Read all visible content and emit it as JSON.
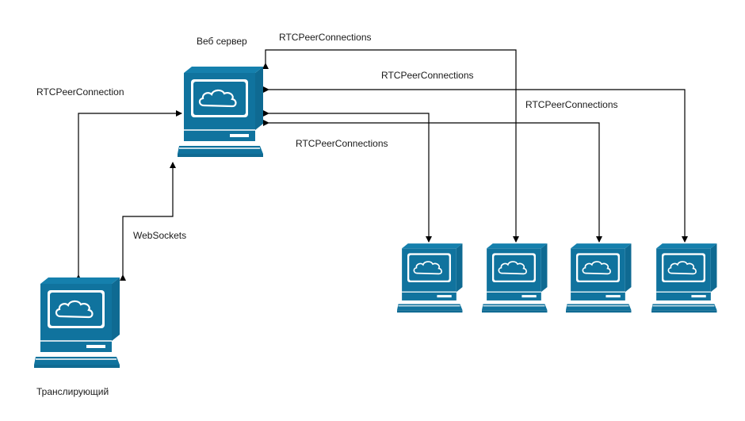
{
  "colors": {
    "computer_fill": "#10739E",
    "computer_accent": "#FFFFFF",
    "edge": "#000000",
    "text": "#1a1a1a"
  },
  "icons": {
    "server": "computer-icon",
    "broadcaster": "computer-icon",
    "viewer": "computer-icon"
  },
  "nodes": {
    "server_label": "Веб сервер",
    "broadcaster_label": "Транслирующий",
    "viewers": [
      "",
      "",
      "",
      ""
    ]
  },
  "edges": {
    "broadcaster_server_rtc": "RTCPeerConnection",
    "broadcaster_server_ws": "WebSockets",
    "server_viewer_1": "RTCPeerConnections",
    "server_viewer_2": "RTCPeerConnections",
    "server_viewer_3": "RTCPeerConnections",
    "server_viewer_4": "RTCPeerConnections"
  }
}
